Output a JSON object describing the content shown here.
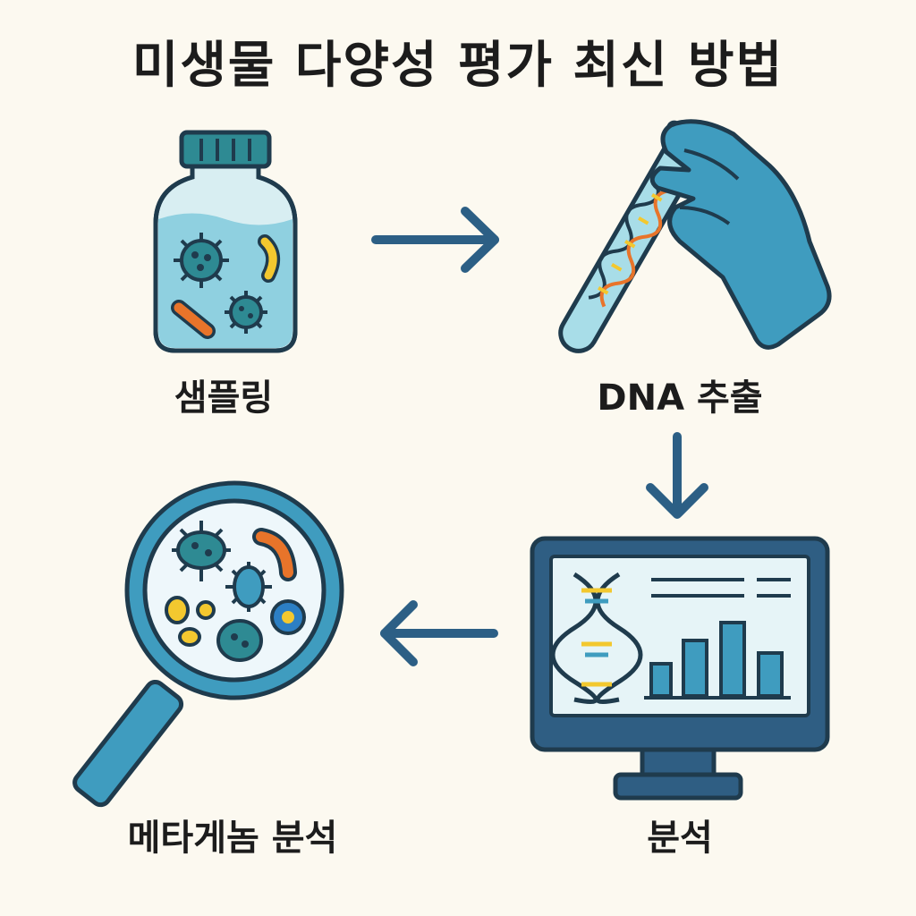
{
  "title": "미생물 다양성 평가 최신 방법",
  "steps": {
    "sampling": "샘플링",
    "dna_extraction": "DNA 추출",
    "analysis": "분석",
    "metagenome": "메타게놈 분석"
  },
  "colors": {
    "background": "#fcf9f0",
    "outline": "#1f3b4d",
    "teal": "#2e8a93",
    "light_blue": "#a8dde8",
    "glove_blue": "#3f9cbf",
    "arrow": "#2c5f85",
    "orange": "#e8742a",
    "yellow": "#f3c82f",
    "monitor_frame": "#2f5e83"
  },
  "icons": [
    "sample-jar-icon",
    "test-tube-icon",
    "glove-hand-icon",
    "monitor-icon",
    "magnifier-icon",
    "microbe-icon",
    "dna-icon",
    "bar-chart-icon"
  ]
}
